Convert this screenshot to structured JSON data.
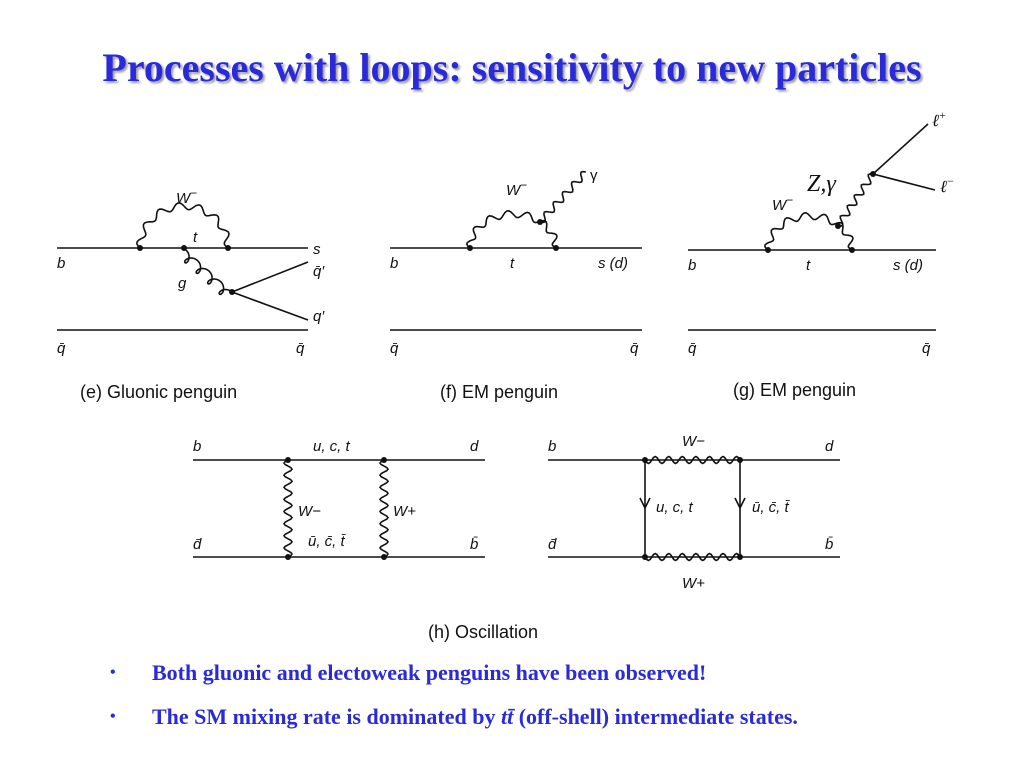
{
  "slide": {
    "title": "Processes with loops: sensitivity to new particles"
  },
  "diagrams": {
    "e": {
      "caption": "(e)  Gluonic penguin",
      "labels": {
        "w": "W",
        "w_sup": "−",
        "t": "t",
        "b": "b",
        "g": "g",
        "s": "s",
        "qbar_prime": "q̄′",
        "q_prime": "q′",
        "qbar_left": "q̄",
        "qbar_right": "q̄"
      }
    },
    "f": {
      "caption": "(f)  EM penguin",
      "labels": {
        "w": "W",
        "w_sup": "−",
        "gamma": "γ",
        "b": "b",
        "t": "t",
        "s_d": "s (d)",
        "qbar_left": "q̄",
        "qbar_right": "q̄"
      }
    },
    "g": {
      "caption": "(g)  EM penguin",
      "labels": {
        "w": "W",
        "w_sup": "−",
        "z_gamma": "Z,γ",
        "l_plus": "ℓ",
        "l_plus_sup": "+",
        "l_minus": "ℓ",
        "l_minus_sup": "−",
        "b": "b",
        "t": "t",
        "s_d": "s (d)",
        "qbar_left": "q̄",
        "qbar_right": "q̄"
      }
    },
    "h": {
      "caption": "(h)  Oscillation",
      "box1": {
        "b": "b",
        "uct": "u, c, t",
        "d": "d",
        "w_minus": "W−",
        "w_plus": "W+",
        "uct_bar": "ū, c̄, t̄",
        "dbar": "d̄",
        "bbar": "b̄"
      },
      "box2": {
        "b": "b",
        "w_minus": "W−",
        "d": "d",
        "uct": "u, c, t",
        "uct_bar": "ū, c̄, t̄",
        "dbar": "d̄",
        "bbar": "b̄",
        "w_plus": "W+"
      }
    }
  },
  "bullets": [
    {
      "marker": "•",
      "text": "Both gluonic and electoweak penguins have been observed!"
    },
    {
      "marker": "•",
      "pre": "The SM mixing rate is dominated by ",
      "italic": "tt̄",
      "post": " (off-shell) intermediate states."
    }
  ]
}
